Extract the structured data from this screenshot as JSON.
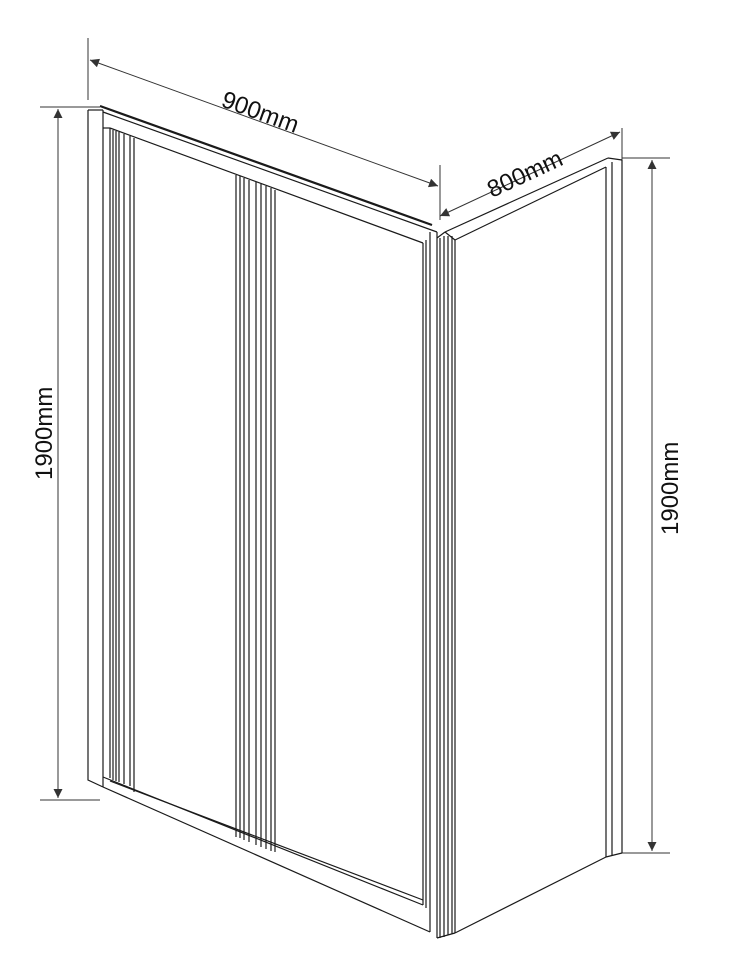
{
  "dimensions": {
    "width_label": "900mm",
    "depth_label": "800mm",
    "height_left_label": "1900mm",
    "height_right_label": "1900mm"
  },
  "colors": {
    "line": "#1a1a1a",
    "background": "#ffffff"
  }
}
